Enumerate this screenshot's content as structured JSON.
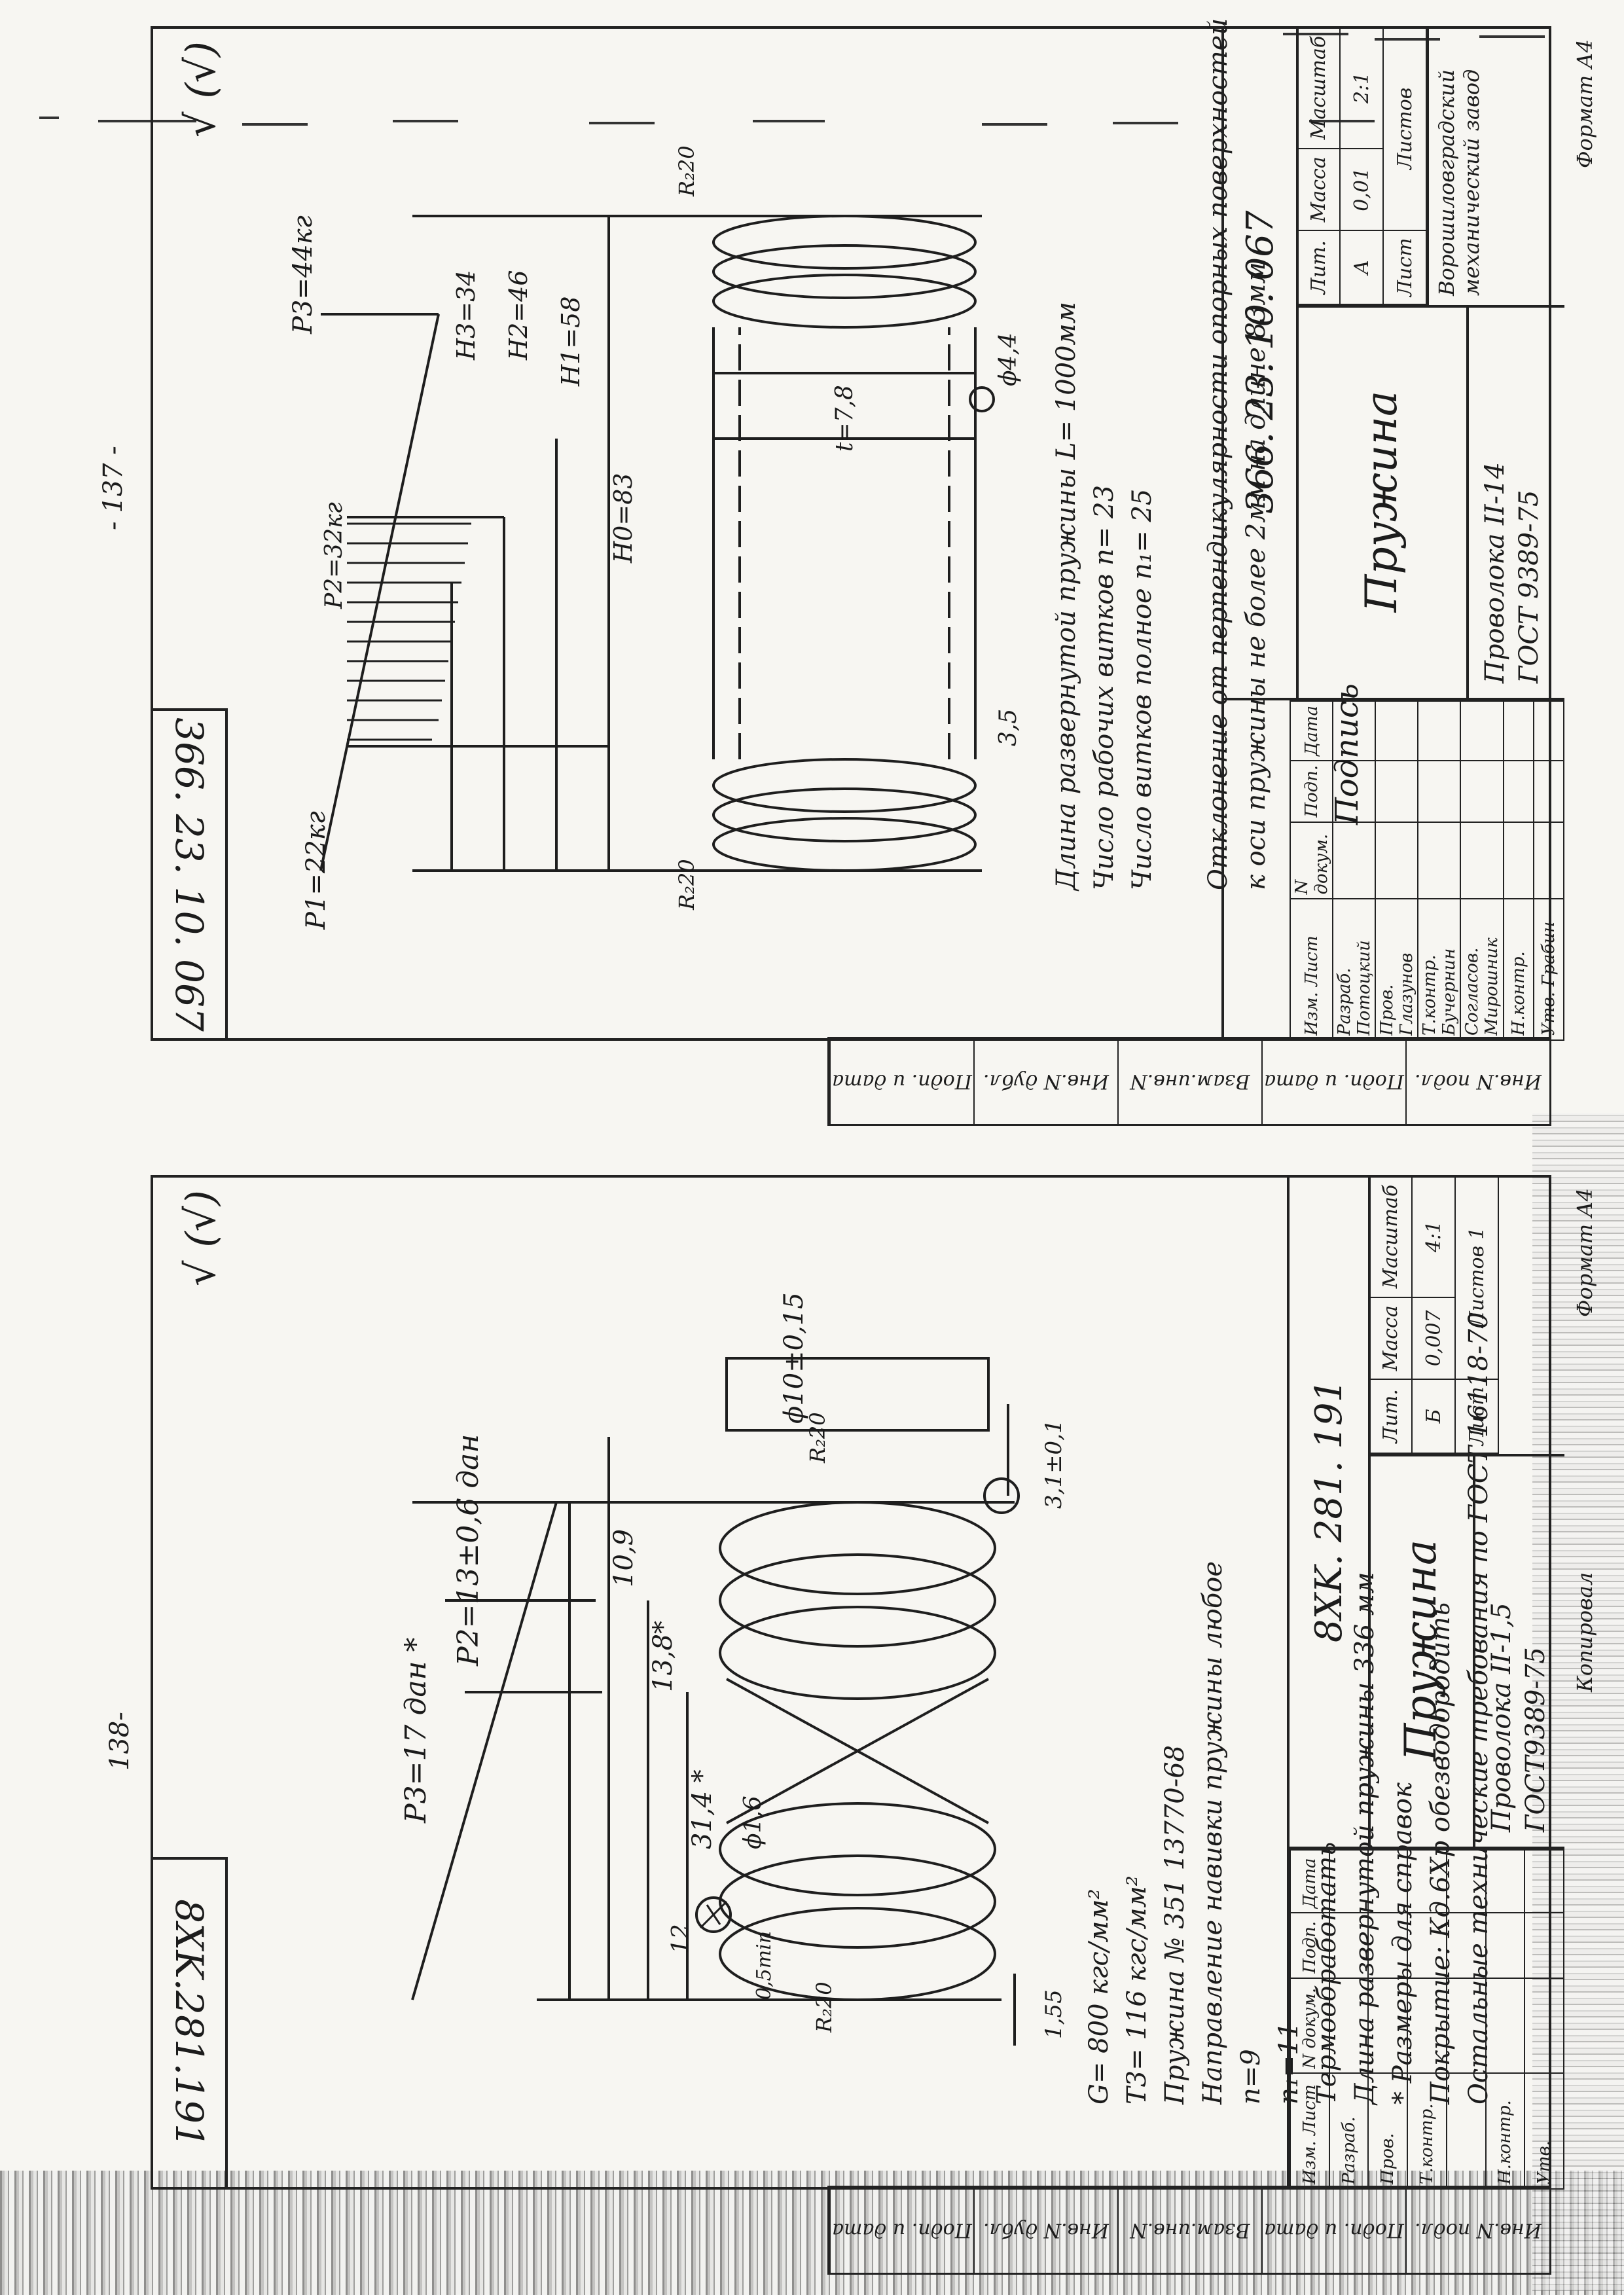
{
  "sheet_a": {
    "page_number": "138-",
    "drawing_code": "8XK.281.191",
    "roughness": "√ (√)",
    "forces": {
      "p3": "P3=17 дан *",
      "p2": "P2=13±0,6 дан"
    },
    "dims": {
      "h1": "10,9",
      "h2": "13,8*",
      "h3": "31,4 *",
      "pitch": "12",
      "wire_d": "ϕ1,6",
      "gap": "0,5min",
      "r_left": "R₂20",
      "r_right": "R₂20",
      "outer_d": "ϕ10±0,15",
      "bottom_left": "1,55",
      "bottom_right": "3,1±0,1"
    },
    "notes": [
      "G= 800 кгс/мм²",
      "Т3= 116 кгс/мм²",
      "Пружина № 351 13770-68",
      "Направление навивки пружины любое",
      "n=9",
      "n₁=11",
      "Термообработать",
      "Длина развернутой пружины 336 мм",
      "* Размеры для справок",
      "Покрытие: Кд.6Хр обезводородить",
      "Остальные технические требования по ГОСТ 16118-70"
    ],
    "title_block": {
      "code": "8XK. 281. 191",
      "name": "Пружина",
      "material_line1": "Проволока  II-1,5",
      "material_line2": "ГОСТ9389-75",
      "lit_label": "Лит.",
      "mass_label": "Масса",
      "scale_label": "Масштаб",
      "lit_value": "Б",
      "mass_value": "0,007",
      "scale_value": "4:1",
      "sheet_label": "Лист",
      "sheets_label": "Листов 1",
      "rows": [
        "Изм. Лист",
        "Разраб.",
        "Пров.",
        "Т.контр.",
        "",
        "Н.контр.",
        "Утв."
      ],
      "cols": [
        "N докум.",
        "Подп.",
        "Дата"
      ],
      "copied": "Копировал",
      "format": "Формат А4"
    },
    "side_strip": [
      "Инв.N подл.",
      "Подп. и дата",
      "Взам.инв.N",
      "Инв.N дубл.",
      "Подп. и дата"
    ]
  },
  "sheet_b": {
    "page_number": "- 137 -",
    "drawing_code": "366. 23. 10. 067",
    "roughness": "√ (√)",
    "forces": {
      "p1": "P1=22кг",
      "p2": "P2=32кг",
      "p3": "P3=44кг"
    },
    "dims": {
      "h3": "H3=34",
      "h2": "H2=46",
      "h1": "H1=58",
      "h0": "H0=83",
      "t": "t=7,8",
      "pitch": "3,5",
      "wire_d": "ϕ4,4",
      "r_left": "R₂20",
      "r_right": "R₂20"
    },
    "notes": [
      "Длина развернутой пружины     L= 1000мм",
      "Число рабочих витков             n= 23",
      "Число витков полное               n₁= 25",
      "",
      "Отклонение от перпендикулярности опорных поверхностей",
      "к оси пружины не более 2мм на длине 83мм"
    ],
    "title_block": {
      "code": "366. 23. 10. 067",
      "name": "Пружина",
      "material_line1": "Проволока II-14",
      "material_line2": "ГОСТ 9389-75",
      "lit_label": "Лит.",
      "mass_label": "Масса",
      "scale_label": "Масштаб",
      "lit_value": "А",
      "mass_value": "0,01",
      "scale_value": "2:1",
      "sheet_label": "Лист",
      "sheets_label": "Листов",
      "company": "Ворошиловградский механический завод",
      "rows": [
        "Изм. Лист",
        "Разраб.  Потоцкий",
        "Пров.  Глазунов",
        "Т.контр.  Бучернин",
        "Согласов.  Мирошник",
        "Н.контр.",
        "Утв.  Грабин"
      ],
      "cols": [
        "N докум.",
        "Подп.",
        "Дата"
      ],
      "signature": "Подпись",
      "format": "Формат А4"
    },
    "side_strip": [
      "Инв.N подл.",
      "Подп. и дата",
      "Взам.инв.N",
      "Инв.N дубл.",
      "Подп. и дата"
    ]
  }
}
